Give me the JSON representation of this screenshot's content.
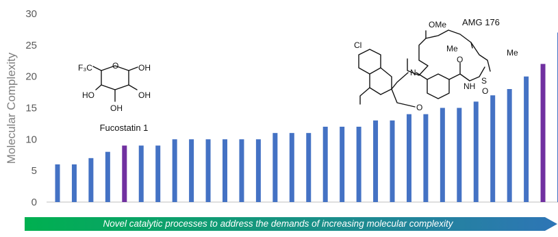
{
  "chart_data": {
    "type": "bar",
    "title": "",
    "xlabel": "",
    "ylabel": "Molecular Complexity",
    "ylim": [
      0,
      30
    ],
    "yticks": [
      0,
      5,
      10,
      15,
      20,
      25,
      30
    ],
    "grid": false,
    "legend": "none",
    "values": [
      6,
      6,
      7,
      8,
      9,
      9,
      9,
      10,
      10,
      10,
      10,
      10,
      10,
      11,
      11,
      11,
      12,
      12,
      12,
      13,
      13,
      14,
      14,
      15,
      15,
      16,
      17,
      18,
      20,
      22,
      27
    ],
    "highlighted_indices": [
      4,
      29
    ],
    "colors": {
      "bar": "#4472c4",
      "highlight": "#7030a0",
      "axis": "#bfbfbf",
      "text": "#595959"
    },
    "annotations": [
      {
        "label": "Fucostatin 1",
        "bar_index": 4
      },
      {
        "label": "AMG 176",
        "bar_index": 29
      }
    ]
  },
  "structures": {
    "fucostatin": {
      "atoms": [
        "F₃C",
        "O",
        "OH",
        "HO",
        "OH",
        "OH"
      ]
    },
    "amg176": {
      "atoms": [
        "OMe",
        "Cl",
        "N",
        "O",
        "O",
        "NH",
        "S",
        "O",
        "Me",
        "Me"
      ]
    }
  },
  "banner": {
    "text": "Novel catalytic processes to address the demands of increasing molecular complexity",
    "color_start": "#00b050",
    "color_end": "#2e75b6"
  }
}
